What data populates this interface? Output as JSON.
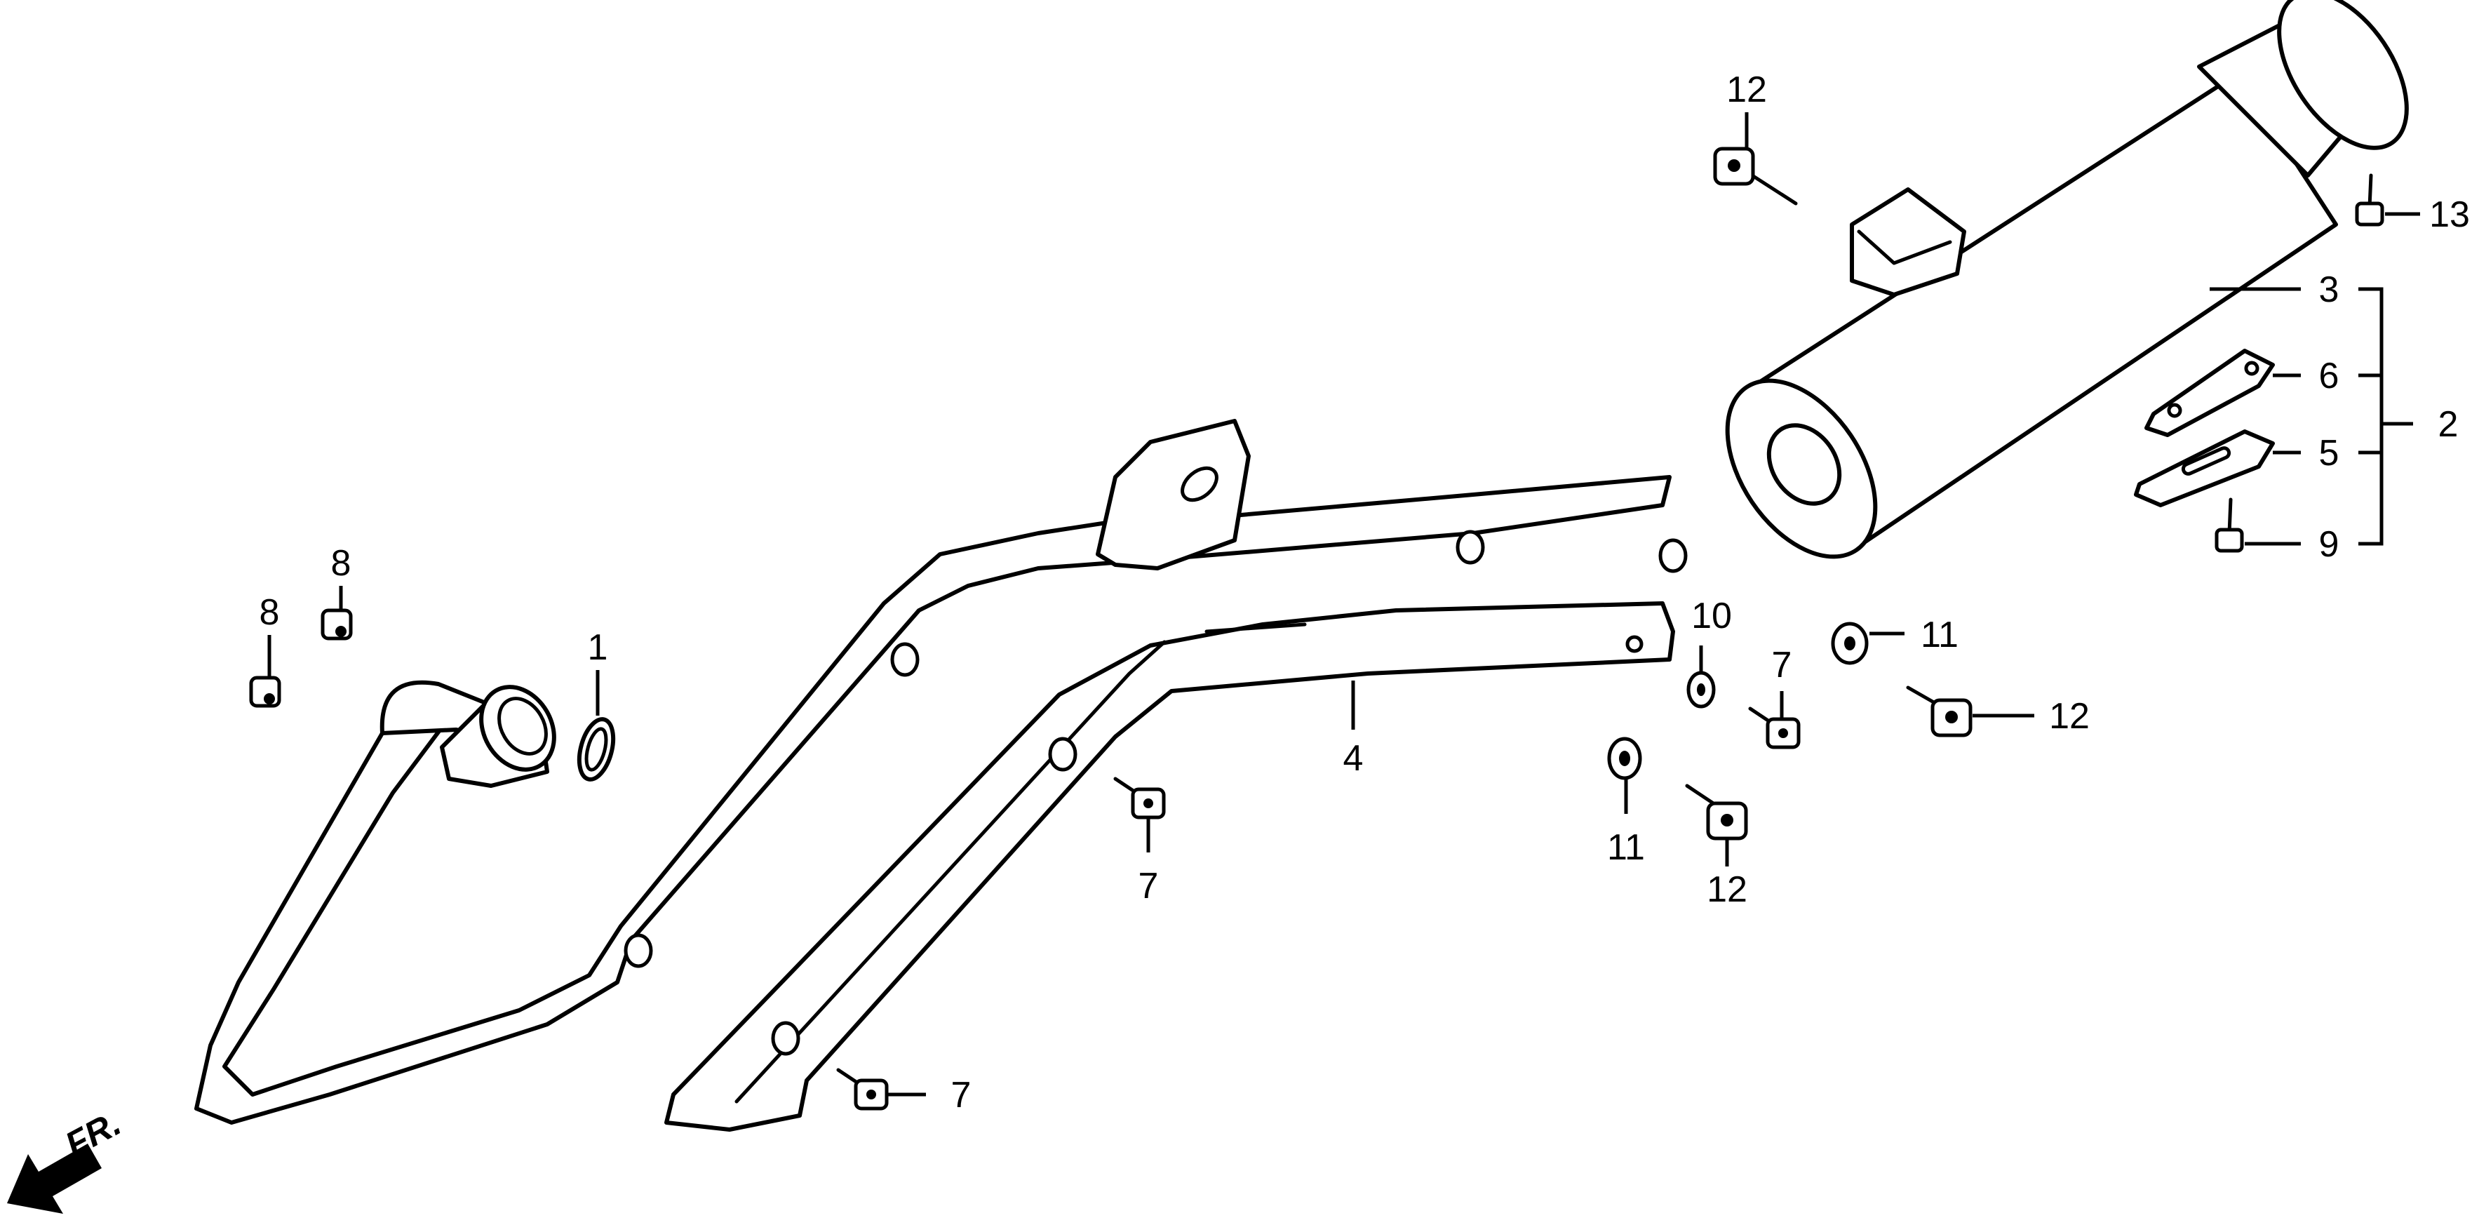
{
  "diagram": {
    "direction_label": "FR.",
    "callouts": {
      "c1": "1",
      "c2": "2",
      "c3": "3",
      "c4": "4",
      "c5": "5",
      "c6": "6",
      "c7a": "7",
      "c7b": "7",
      "c7c": "7",
      "c8a": "8",
      "c8b": "8",
      "c9": "9",
      "c10": "10",
      "c11a": "11",
      "c11b": "11",
      "c12a": "12",
      "c12b": "12",
      "c12c": "12",
      "c13": "13"
    },
    "colors": {
      "line": "#000000",
      "background": "#ffffff"
    }
  }
}
